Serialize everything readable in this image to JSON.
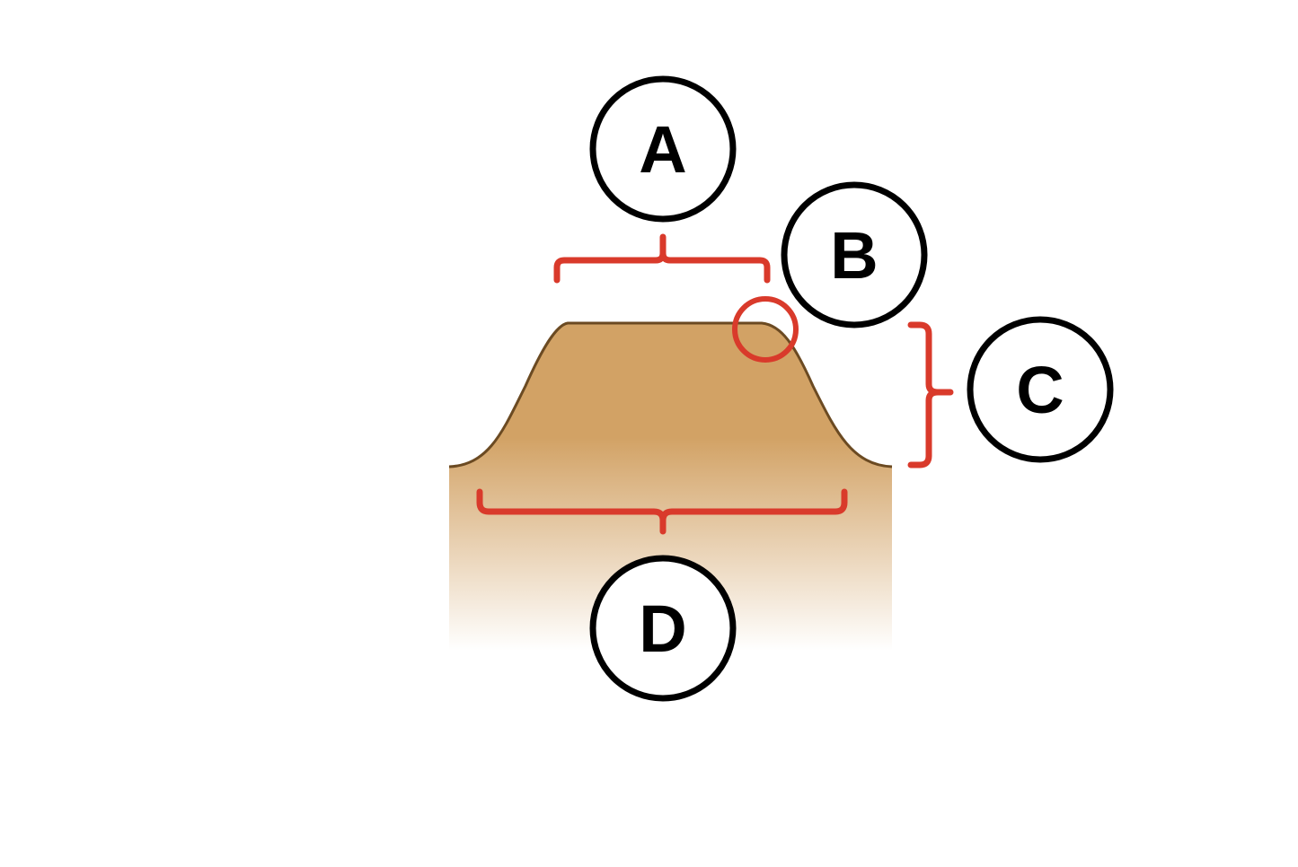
{
  "colors": {
    "background": "#ffffff",
    "soil_top": "#d2a265",
    "soil_fade": "#ffffff",
    "outline": "#6b4a22",
    "bracket": "#d93a2b",
    "callout_stroke": "#000000",
    "callout_fill": "#ffffff",
    "callout_text": "#000000"
  },
  "labels": {
    "a": "A",
    "b": "B",
    "c": "C",
    "d": "D"
  }
}
